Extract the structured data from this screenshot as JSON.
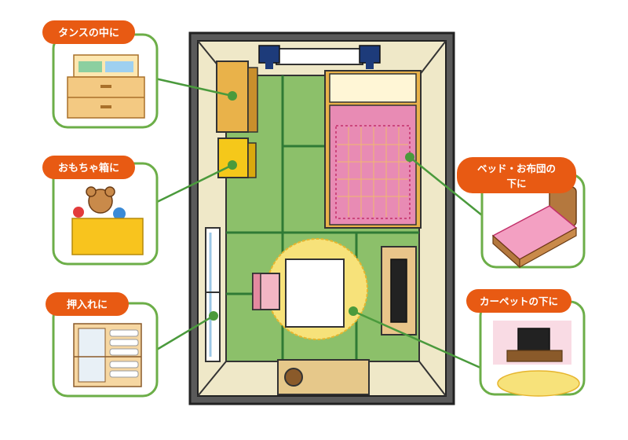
{
  "labels": {
    "tansu": "タンスの中に",
    "toybox": "おもちゃ箱に",
    "closet": "押入れに",
    "bed": [
      "ベッド・お布団の",
      "下に"
    ],
    "carpet": "カーペットの下に"
  },
  "colors": {
    "label_bg": "#e85a13",
    "connector": "#4a9a3c",
    "panel_border": "#6cae48",
    "tatami": "#8cc06a",
    "wall": "#3a3a3a",
    "futon": "#e88bb4",
    "dresser": "#e9b24a",
    "rug": "#f7e27a"
  },
  "icons": [
    "tansu-dresser-icon",
    "toy-box-teddy-icon",
    "closet-icon",
    "bed-icon",
    "tv-carpet-icon"
  ]
}
